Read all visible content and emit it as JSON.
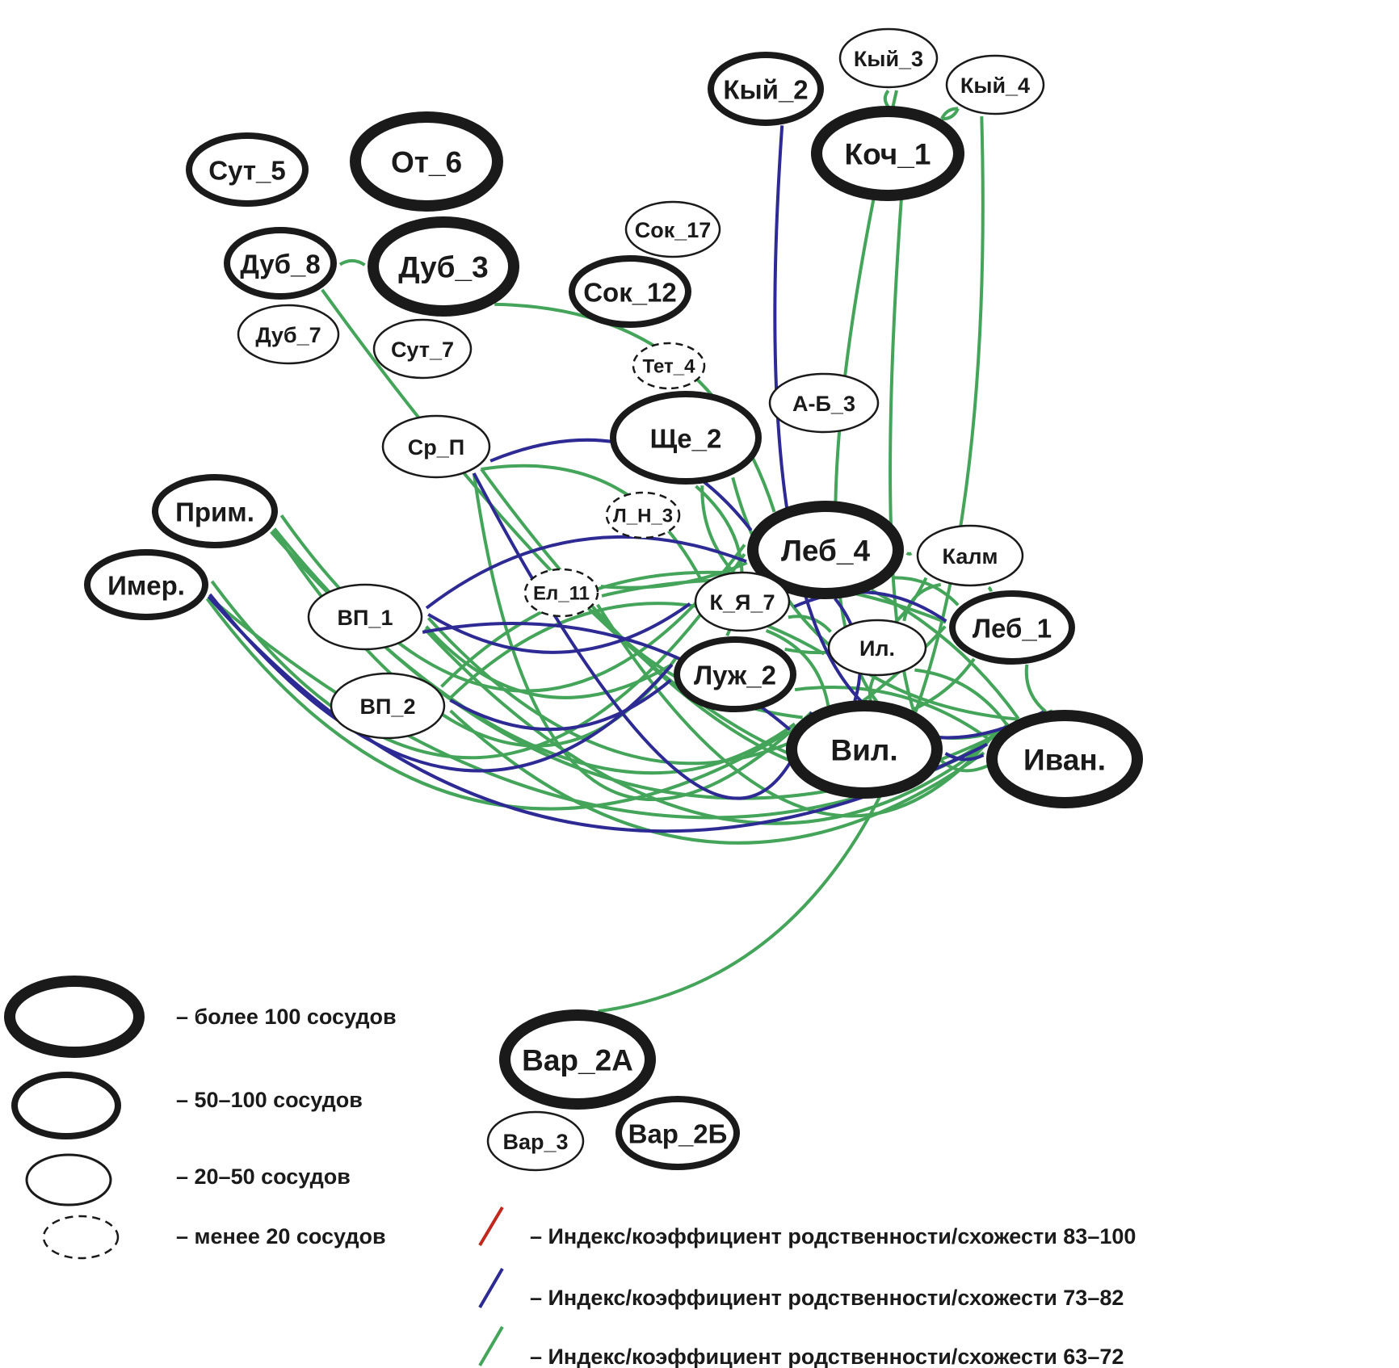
{
  "colors": {
    "red": "#c0281e",
    "blue": "#2e2a94",
    "green": "#44a55a",
    "node_stroke": "#1a1a1a"
  },
  "size_classes": {
    "xl": "более 100 сосудов",
    "l": "50–100 сосудов",
    "m": "20–50 сосудов",
    "s": "менее 20 сосудов"
  },
  "nodes": [
    {
      "id": "kyi2",
      "label": "Кый_2",
      "size": "l"
    },
    {
      "id": "kyi3",
      "label": "Кый_3",
      "size": "m"
    },
    {
      "id": "kyi4",
      "label": "Кый_4",
      "size": "m"
    },
    {
      "id": "koch1",
      "label": "Коч_1",
      "size": "xl"
    },
    {
      "id": "sut5",
      "label": "Сут_5",
      "size": "l"
    },
    {
      "id": "ot6",
      "label": "От_6",
      "size": "xl"
    },
    {
      "id": "dub8",
      "label": "Дуб_8",
      "size": "l"
    },
    {
      "id": "dub3",
      "label": "Дуб_3",
      "size": "xl"
    },
    {
      "id": "sok17",
      "label": "Сок_17",
      "size": "m"
    },
    {
      "id": "sok12",
      "label": "Сок_12",
      "size": "l"
    },
    {
      "id": "dub7",
      "label": "Дуб_7",
      "size": "m"
    },
    {
      "id": "sut7",
      "label": "Сут_7",
      "size": "m"
    },
    {
      "id": "tet4",
      "label": "Тет_4",
      "size": "s"
    },
    {
      "id": "ab3",
      "label": "А-Б_3",
      "size": "m"
    },
    {
      "id": "she2",
      "label": "Ще_2",
      "size": "l"
    },
    {
      "id": "srp",
      "label": "Ср_П",
      "size": "m"
    },
    {
      "id": "ln3",
      "label": "Л_Н_3",
      "size": "s"
    },
    {
      "id": "prim",
      "label": "Прим.",
      "size": "l"
    },
    {
      "id": "leb4",
      "label": "Леб_4",
      "size": "xl"
    },
    {
      "id": "kalm",
      "label": "Калм",
      "size": "m"
    },
    {
      "id": "imer",
      "label": "Имер.",
      "size": "l"
    },
    {
      "id": "el11",
      "label": "Ел_11",
      "size": "s"
    },
    {
      "id": "kya7",
      "label": "К_Я_7",
      "size": "m"
    },
    {
      "id": "vp1",
      "label": "ВП_1",
      "size": "m"
    },
    {
      "id": "leb1",
      "label": "Леб_1",
      "size": "l"
    },
    {
      "id": "il",
      "label": "Ил.",
      "size": "m"
    },
    {
      "id": "luzh2",
      "label": "Луж_2",
      "size": "l"
    },
    {
      "id": "vp2",
      "label": "ВП_2",
      "size": "m"
    },
    {
      "id": "vil",
      "label": "Вил.",
      "size": "xl"
    },
    {
      "id": "ivan",
      "label": "Иван.",
      "size": "xl"
    },
    {
      "id": "var2a",
      "label": "Вар_2А",
      "size": "xl"
    },
    {
      "id": "var3",
      "label": "Вар_3",
      "size": "m"
    },
    {
      "id": "var2b",
      "label": "Вар_2Б",
      "size": "l"
    }
  ],
  "edges": {
    "blue": [
      [
        "kyi2",
        "ivan"
      ],
      [
        "srp",
        "leb4"
      ],
      [
        "srp",
        "vil"
      ],
      [
        "vp1",
        "leb4"
      ],
      [
        "vp1",
        "kya7"
      ],
      [
        "vp1",
        "vil"
      ],
      [
        "vp2",
        "luzh2"
      ],
      [
        "imer",
        "luzh2"
      ],
      [
        "imer",
        "ivan"
      ],
      [
        "kya7",
        "leb1"
      ],
      [
        "leb4",
        "vil"
      ],
      [
        "vil",
        "ivan"
      ]
    ],
    "green": [
      [
        "kyi3",
        "ivan"
      ],
      [
        "kyi3",
        "koch1"
      ],
      [
        "kyi4",
        "koch1"
      ],
      [
        "kyi4",
        "var2a"
      ],
      [
        "koch1",
        "ivan"
      ],
      [
        "koch1",
        "kyi4"
      ],
      [
        "dub8",
        "ivan"
      ],
      [
        "dub8",
        "dub3"
      ],
      [
        "dub3",
        "leb4"
      ],
      [
        "she2",
        "ivan"
      ],
      [
        "she2",
        "kya7"
      ],
      [
        "she2",
        "luzh2"
      ],
      [
        "srp",
        "kya7"
      ],
      [
        "srp",
        "ivan"
      ],
      [
        "srp",
        "vil"
      ],
      [
        "prim",
        "leb4"
      ],
      [
        "prim",
        "ivan"
      ],
      [
        "prim",
        "vil"
      ],
      [
        "prim",
        "luzh2"
      ],
      [
        "imer",
        "vil"
      ],
      [
        "imer",
        "ivan"
      ],
      [
        "imer",
        "leb4"
      ],
      [
        "el11",
        "leb4"
      ],
      [
        "el11",
        "leb1"
      ],
      [
        "el11",
        "ivan"
      ],
      [
        "el11",
        "vil"
      ],
      [
        "vp1",
        "luzh2"
      ],
      [
        "vp1",
        "ivan"
      ],
      [
        "vp1",
        "leb1"
      ],
      [
        "vp2",
        "ivan"
      ],
      [
        "vp2",
        "leb4"
      ],
      [
        "vp2",
        "il"
      ],
      [
        "kya7",
        "il"
      ],
      [
        "kya7",
        "vil"
      ],
      [
        "leb4",
        "leb1"
      ],
      [
        "leb4",
        "ivan"
      ],
      [
        "kalm",
        "il"
      ],
      [
        "kalm",
        "leb1"
      ],
      [
        "il",
        "vil"
      ],
      [
        "il",
        "ivan"
      ],
      [
        "leb1",
        "ivan"
      ],
      [
        "leb1",
        "vil"
      ],
      [
        "luzh2",
        "ivan"
      ],
      [
        "luzh2",
        "kalm"
      ],
      [
        "leb4",
        "kalm"
      ]
    ]
  },
  "legend": {
    "sizes": [
      {
        "size": "xl",
        "text": "– более 100 сосудов"
      },
      {
        "size": "l",
        "text": "– 50–100 сосудов"
      },
      {
        "size": "m",
        "text": "– 20–50 сосудов"
      },
      {
        "size": "s",
        "text": "– менее 20 сосудов"
      }
    ],
    "lines": [
      {
        "color": "red",
        "text": "– Индекс/коэффициент родственности/схожести 83–100"
      },
      {
        "color": "blue",
        "text": "– Индекс/коэффициент родственности/схожести 73–82"
      },
      {
        "color": "green",
        "text": "– Индекс/коэффициент родственности/схожести 63–72"
      }
    ]
  }
}
